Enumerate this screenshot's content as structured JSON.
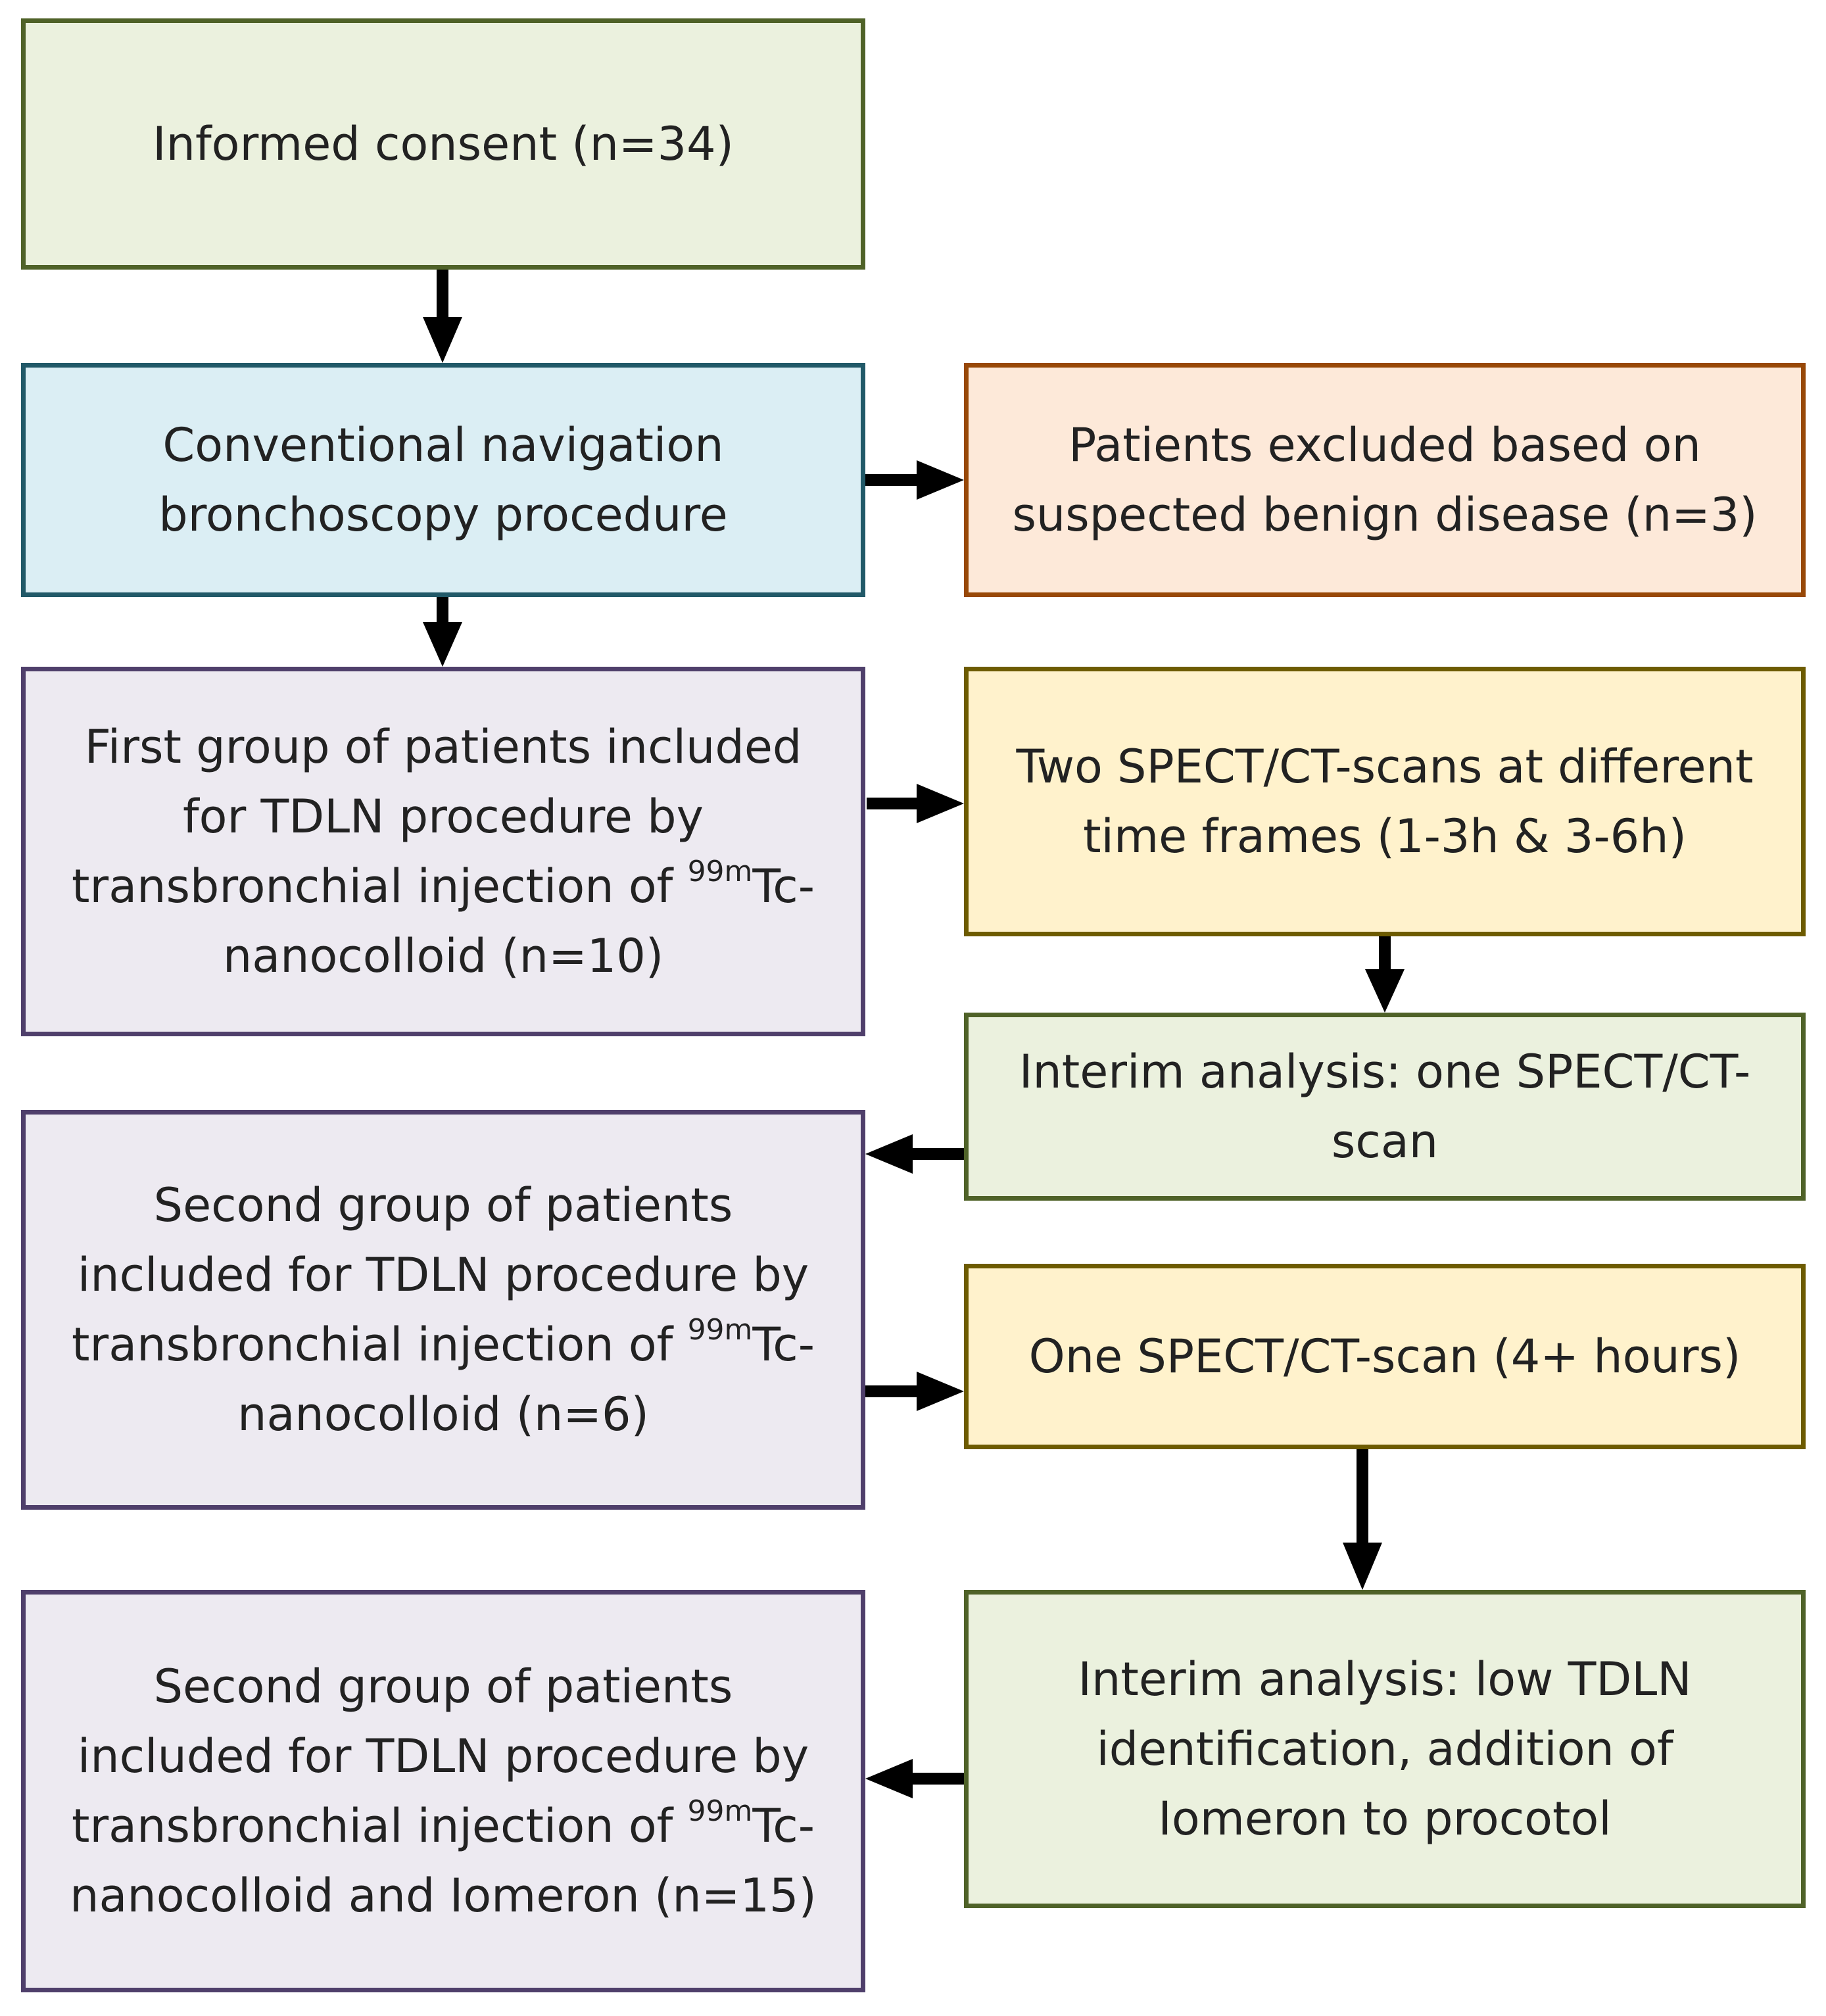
{
  "colors": {
    "green_fill": "#EBF1DE",
    "green_border": "#4F6228",
    "blue_fill": "#DBEEF4",
    "blue_border": "#215968",
    "orange_fill": "#FDE9D9",
    "orange_border": "#984807",
    "purple_fill": "#EDEAF1",
    "purple_border": "#4F3F6B",
    "yellow_fill": "#FFF2CC",
    "yellow_border": "#6D5B00",
    "arrow": "#000000"
  },
  "boxes": {
    "consent": {
      "text": "Informed consent (n=34)"
    },
    "navigation": {
      "text": "Conventional navigation\nbronchoscopy procedure"
    },
    "excluded": {
      "text": "Patients excluded based on\nsuspected benign disease (n=3)"
    },
    "group1": {
      "line1": "First group of patients included",
      "line2": "for TDLN procedure by",
      "line3_pre": "transbronchial injection of ",
      "isotope_sup": "99m",
      "line3_post": "Tc-",
      "line4": "nanocolloid (n=10)"
    },
    "two_scans": {
      "text": "Two SPECT/CT-scans at different\ntime frames (1-3h & 3-6h)"
    },
    "interim1": {
      "text": "Interim analysis: one SPECT/CT-\nscan"
    },
    "group2": {
      "line1": "Second group of patients",
      "line2": "included for TDLN procedure by",
      "line3_pre": "transbronchial injection of ",
      "isotope_sup": "99m",
      "line3_post": "Tc-",
      "line4": "nanocolloid (n=6)"
    },
    "one_scan": {
      "text": "One SPECT/CT-scan (4+ hours)"
    },
    "interim2": {
      "text": "Interim analysis: low TDLN\nidentification, addition of\nIomeron to procotol"
    },
    "group3": {
      "line1": "Second group of patients",
      "line2": "included for TDLN procedure by",
      "line3_pre": "transbronchial injection of ",
      "isotope_sup": "99m",
      "line3_post": "Tc-",
      "line4": "nanocolloid and Iomeron (n=15)"
    }
  }
}
